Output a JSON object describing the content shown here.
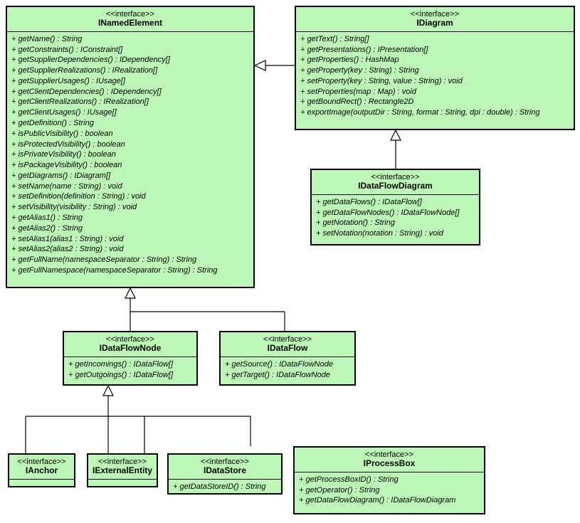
{
  "diagram": {
    "kind": "uml-class-diagram",
    "background_color": "#ffffff",
    "class_fill_color": "#bdf7b7",
    "class_border_color": "#000000",
    "stereotype_label": "<<interface>>",
    "visibility_public": "+"
  },
  "classes": [
    {
      "id": "INamedElement",
      "stereotype": "<<interface>>",
      "name": "INamedElement",
      "members": [
        "+ getName() : String",
        "+ getConstraints() : IConstraint[]",
        "+ getSupplierDependencies() : IDependency[]",
        "+ getSupplierRealizations() : IRealization[]",
        "+ getSupplierUsages() : IUsage[]",
        "+ getClientDependencies() : IDependency[]",
        "+ getClientRealizations() : IRealization[]",
        "+ getClientUsages() : IUsage[]",
        "+ getDefinition() : String",
        "+ isPublicVisibility() : boolean",
        "+ isProtectedVisibility() : boolean",
        "+ isPrivateVisibility() : boolean",
        "+ isPackageVisibility() : boolean",
        "+ getDiagrams() : IDiagram[]",
        "+ setName(name : String) : void",
        "+ setDefinition(definition : String) : void",
        "+ setVisibility(visibility : String) : void",
        "+ getAlias1() : String",
        "+ getAlias2() : String",
        "+ setAlias1(alias1 : String) : void",
        "+ setAlias2(alias2 : String) : void",
        "+ getFullName(namespaceSeparator : String) : String",
        "+ getFullNamespace(namespaceSeparator : String) : String"
      ]
    },
    {
      "id": "IDiagram",
      "stereotype": "<<interface>>",
      "name": "IDiagram",
      "members": [
        "+ getText() : String[]",
        "+ getPresentations() : IPresentation[]",
        "+ getProperties() : HashMap",
        "+ getProperty(key : String) : String",
        "+ setProperty(key : String, value : String) : void",
        "+ setProperties(map : Map) : void",
        "+ getBoundRect() : Rectangle2D",
        "+ exportImage(outputDir : String, format : String, dpi : double) : String"
      ]
    },
    {
      "id": "IDataFlowDiagram",
      "stereotype": "<<interface>>",
      "name": "IDataFlowDiagram",
      "members": [
        "+ getDataFlows() : IDataFlow[]",
        "+ getDataFlowNodes() : IDataFlowNode[]",
        "+ getNotation() : String",
        "+ setNotation(notation : String) : void"
      ]
    },
    {
      "id": "IDataFlowNode",
      "stereotype": "<<interface>>",
      "name": "IDataFlowNode",
      "members": [
        "+ getIncomings() : IDataFlow[]",
        "+ getOutgoings() : IDataFlow[]"
      ]
    },
    {
      "id": "IDataFlow",
      "stereotype": "<<interface>>",
      "name": "IDataFlow",
      "members": [
        "+ getSource() : IDataFlowNode",
        "+ getTarget() : IDataFlowNode"
      ]
    },
    {
      "id": "IAnchor",
      "stereotype": "<<interface>>",
      "name": "IAnchor",
      "members": []
    },
    {
      "id": "IExternalEntity",
      "stereotype": "<<interface>>",
      "name": "IExternalEntity",
      "members": []
    },
    {
      "id": "IDataStore",
      "stereotype": "<<interface>>",
      "name": "IDataStore",
      "members": [
        "+ getDataStoreID() : String"
      ]
    },
    {
      "id": "IProcessBox",
      "stereotype": "<<interface>>",
      "name": "IProcessBox",
      "members": [
        "+ getProcessBoxID() : String",
        "+ getOperator() : String",
        "+ getDataFlowDiagram() : IDataFlowDiagram"
      ]
    }
  ],
  "relationships": [
    {
      "type": "generalization",
      "from": "IDiagram",
      "to": "INamedElement"
    },
    {
      "type": "generalization",
      "from": "IDataFlowDiagram",
      "to": "IDiagram"
    },
    {
      "type": "generalization",
      "from": "IDataFlowNode",
      "to": "INamedElement"
    },
    {
      "type": "generalization",
      "from": "IDataFlow",
      "to": "INamedElement"
    },
    {
      "type": "generalization",
      "from": "IAnchor",
      "to": "IDataFlowNode"
    },
    {
      "type": "generalization",
      "from": "IExternalEntity",
      "to": "IDataFlowNode"
    },
    {
      "type": "generalization",
      "from": "IDataStore",
      "to": "IDataFlowNode"
    },
    {
      "type": "generalization",
      "from": "IProcessBox",
      "to": "IDataFlowNode"
    }
  ]
}
